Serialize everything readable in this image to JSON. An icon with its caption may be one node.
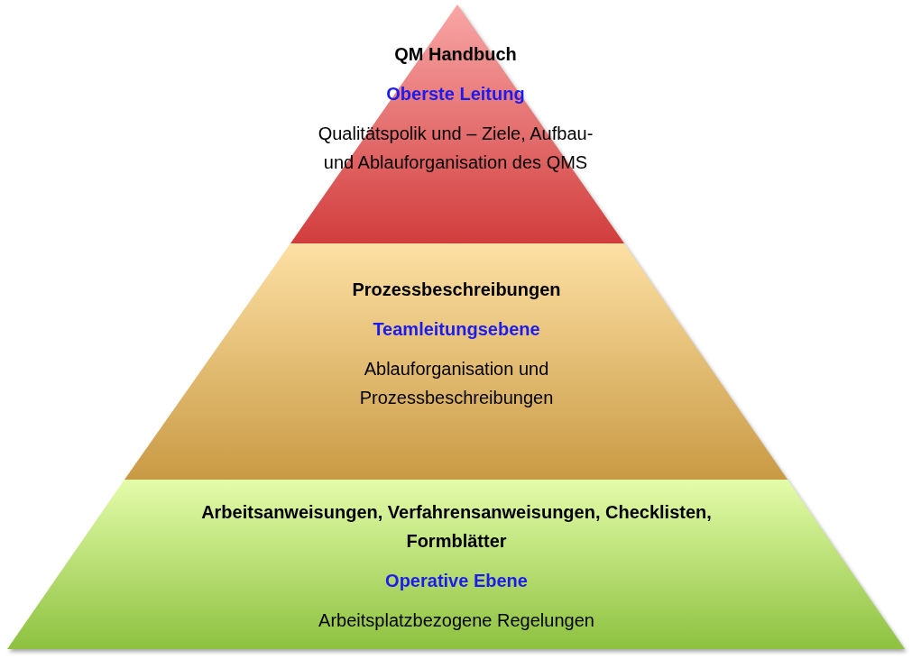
{
  "diagram": {
    "nodes": [
      {
        "text": [
          "QM Handbuch",
          "Oberste Leitung",
          "Qualitätspolik und – Ziele, Aufbau- und Ablauforganisation des QMS"
        ]
      },
      {
        "text": [
          "Prozessbeschreibungen",
          "Teamleitungsebene",
          "Ablauforganisation und Prozessbeschreibungen"
        ]
      },
      {
        "text": [
          "Arbeitsanweisungen, Verfahrensanweisungen, Checklisten, Formblätter",
          "Operative Ebene",
          "Arbeitsplatzbezogene Regelungen"
        ]
      }
    ]
  }
}
